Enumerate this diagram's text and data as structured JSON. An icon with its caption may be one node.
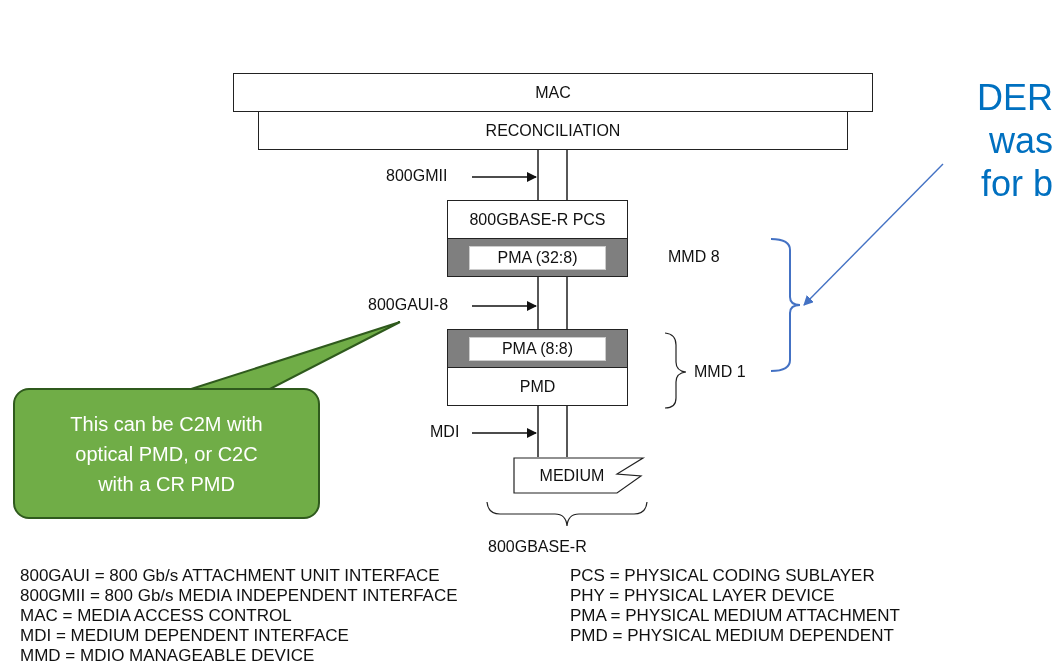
{
  "diagram": {
    "nodes": [
      {
        "text": [
          "MAC"
        ]
      },
      {
        "text": [
          "RECONCILIATION"
        ]
      },
      {
        "text": [
          "DER was for b"
        ]
      },
      {
        "text": [
          "800GMII"
        ]
      },
      {
        "text": [
          "800GBASE-R PCS"
        ]
      },
      {
        "text": [
          "PMA (32:8)"
        ]
      },
      {
        "text": [],
        "shape": "bracket"
      },
      {
        "text": [
          "800GAUI-8"
        ]
      },
      {
        "text": [
          "PMA (8:8)"
        ]
      },
      {
        "text": [
          "PMD"
        ]
      },
      {
        "text": [
          "This can be C2M with optical PMD, or C2C with a CR PMD"
        ]
      },
      {
        "text": [
          "MDI"
        ]
      },
      {
        "text": [
          "MEDIUM"
        ]
      }
    ],
    "edges": [
      {
        "from": 1,
        "to": 4,
        "arrow": "none"
      },
      {
        "from": 3,
        "to": 4,
        "arrow": "to"
      },
      {
        "from": 2,
        "to": 6,
        "arrow": "to",
        "color": "#4472c4"
      },
      {
        "from": 5,
        "to": 8,
        "arrow": "none"
      },
      {
        "from": 7,
        "to": 8,
        "arrow": "to"
      },
      {
        "from": 10,
        "to": 7,
        "arrow": "none",
        "color": "#70ad47"
      },
      {
        "from": 9,
        "to": 12,
        "arrow": "none"
      },
      {
        "from": 11,
        "to": 12,
        "arrow": "to"
      }
    ],
    "labels": [
      "MMD 8",
      "MMD 1",
      "800GBASE-R",
      "800GAUI = 800 Gb/s ATTACHMENT UNIT INTERFACE",
      "PCS = PHYSICAL CODING SUBLAYER",
      "800GMII = 800 Gb/s MEDIA INDEPENDENT INTERFACE",
      "PHY = PHYSICAL LAYER DEVICE",
      "MAC = MEDIA ACCESS CONTROL",
      "PMA = PHYSICAL MEDIUM ATTACHMENT",
      "MDI = MEDIUM DEPENDENT INTERFACE",
      "PMD = PHYSICAL MEDIUM DEPENDENT",
      "MMD = MDIO MANAGEABLE DEVICE"
    ]
  }
}
